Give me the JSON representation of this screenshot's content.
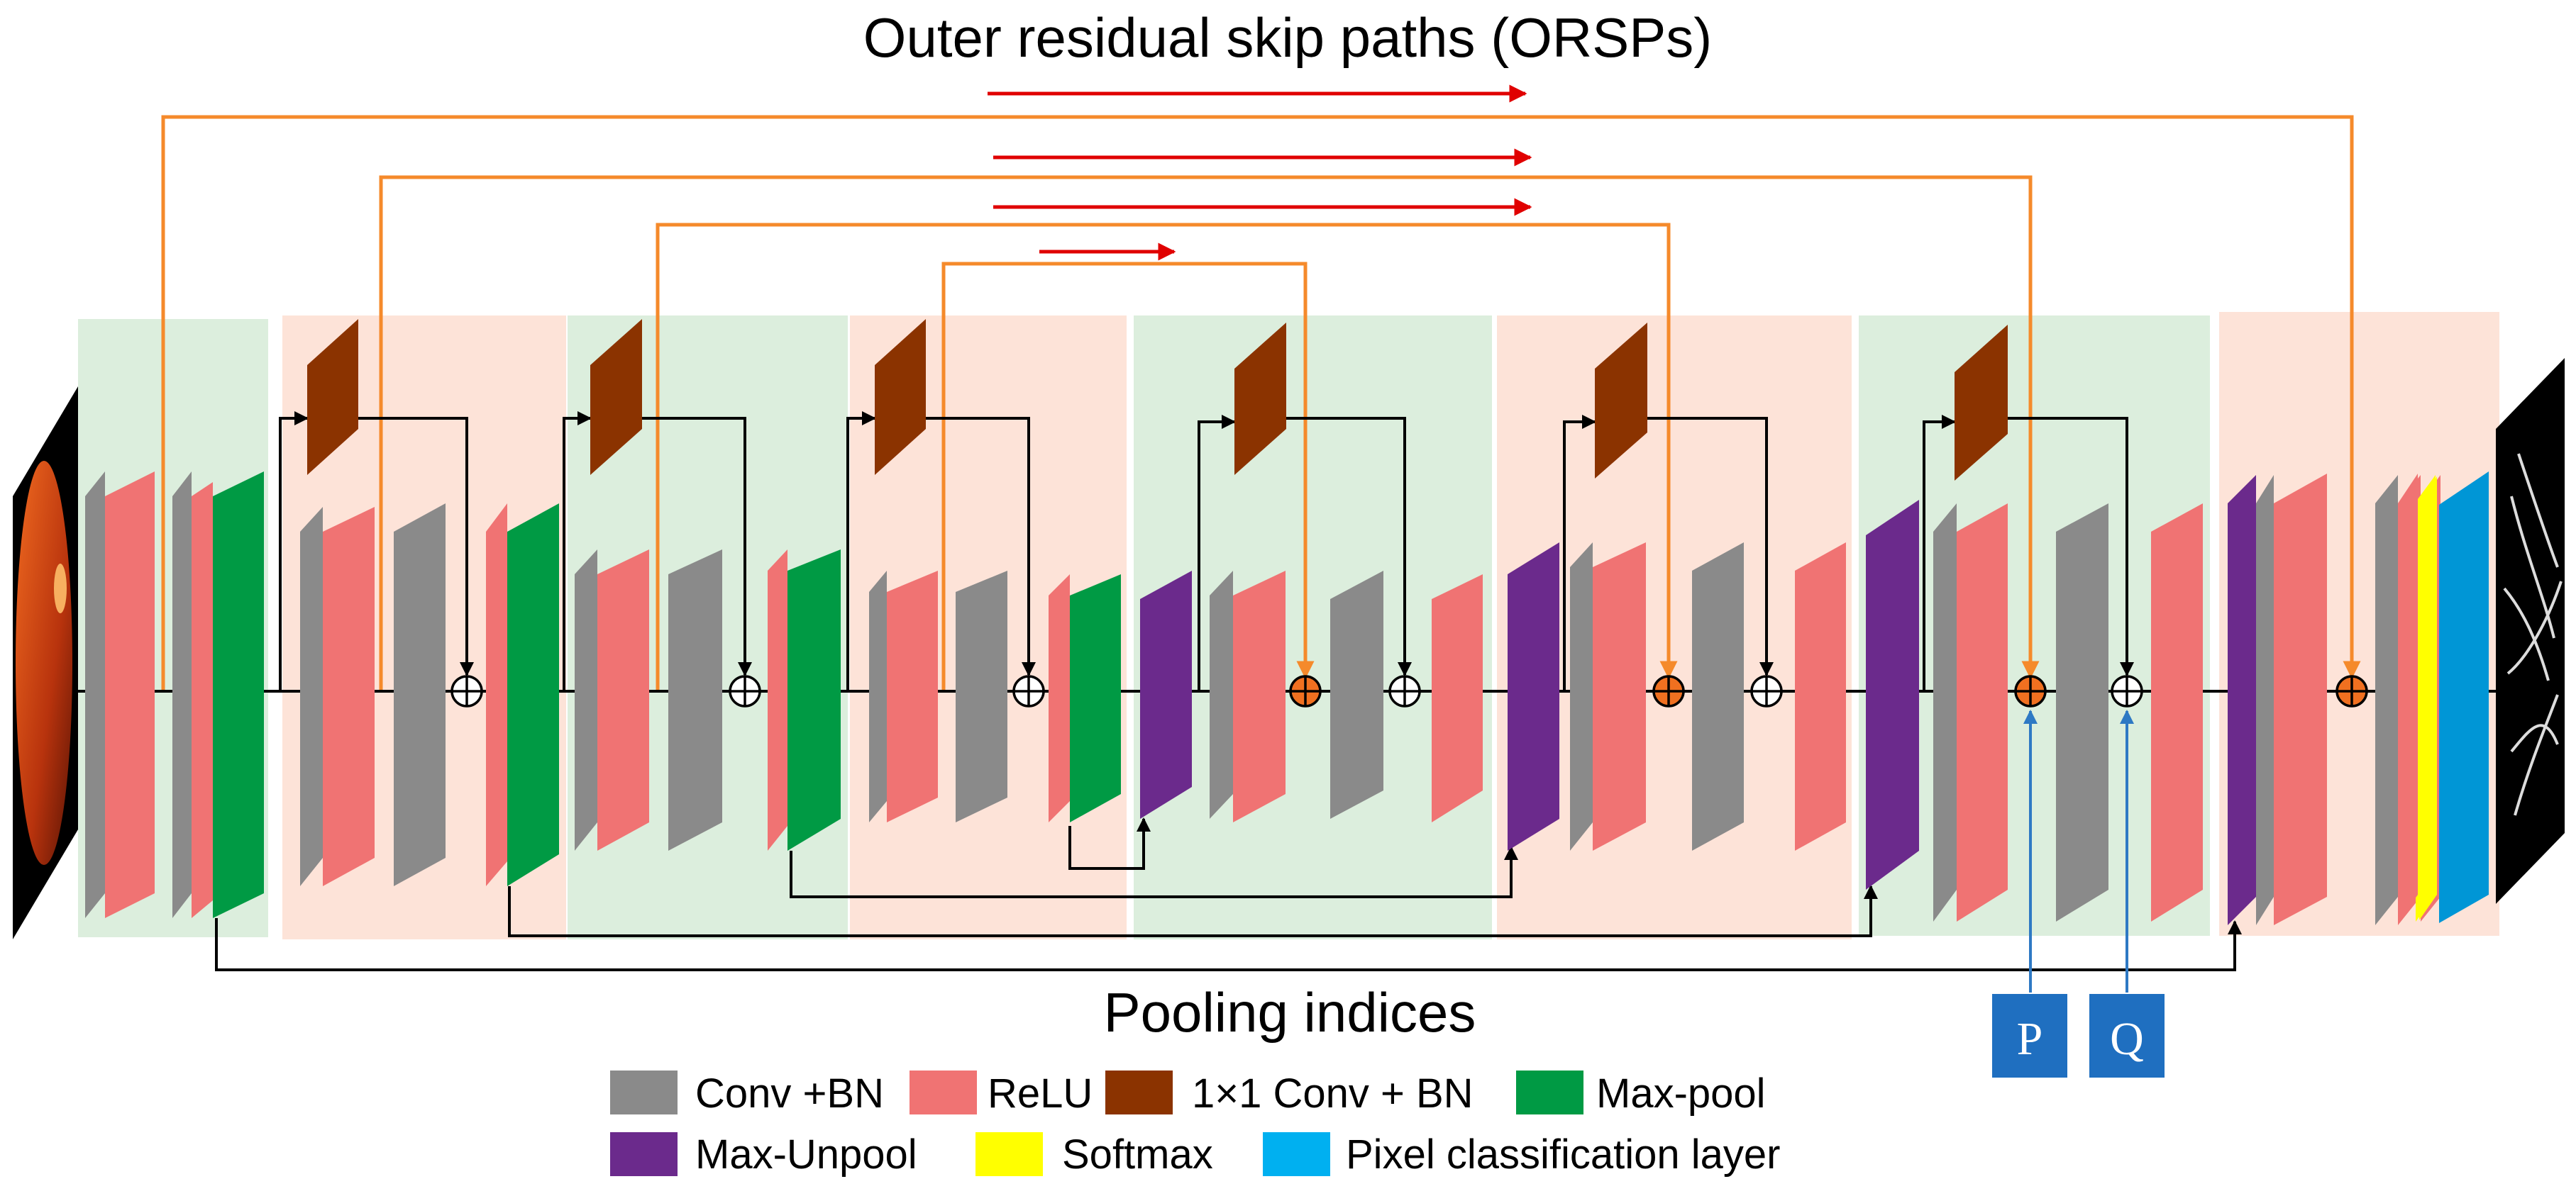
{
  "title": "Outer residual skip paths (ORSPs)",
  "pooling_label": "Pooling indices",
  "input_labels": {
    "p": "P",
    "q": "Q"
  },
  "legend": [
    {
      "label": "Conv +BN",
      "color": "#8a8a8a"
    },
    {
      "label": "ReLU",
      "color": "#f07373"
    },
    {
      "label": "1×1 Conv + BN",
      "color": "#8b3300"
    },
    {
      "label": "Max-pool",
      "color": "#009a44"
    },
    {
      "label": "Max-Unpool",
      "color": "#6b2a8c"
    },
    {
      "label": "Softmax",
      "color": "#ffff00"
    },
    {
      "label": "Pixel classification layer",
      "color": "#00b0f0"
    }
  ],
  "colors": {
    "orsp_line": "#f58a2b",
    "direction_arrow": "#e00000",
    "stage_bg_green": "#dceedd",
    "stage_bg_pink": "#fde3d8"
  }
}
